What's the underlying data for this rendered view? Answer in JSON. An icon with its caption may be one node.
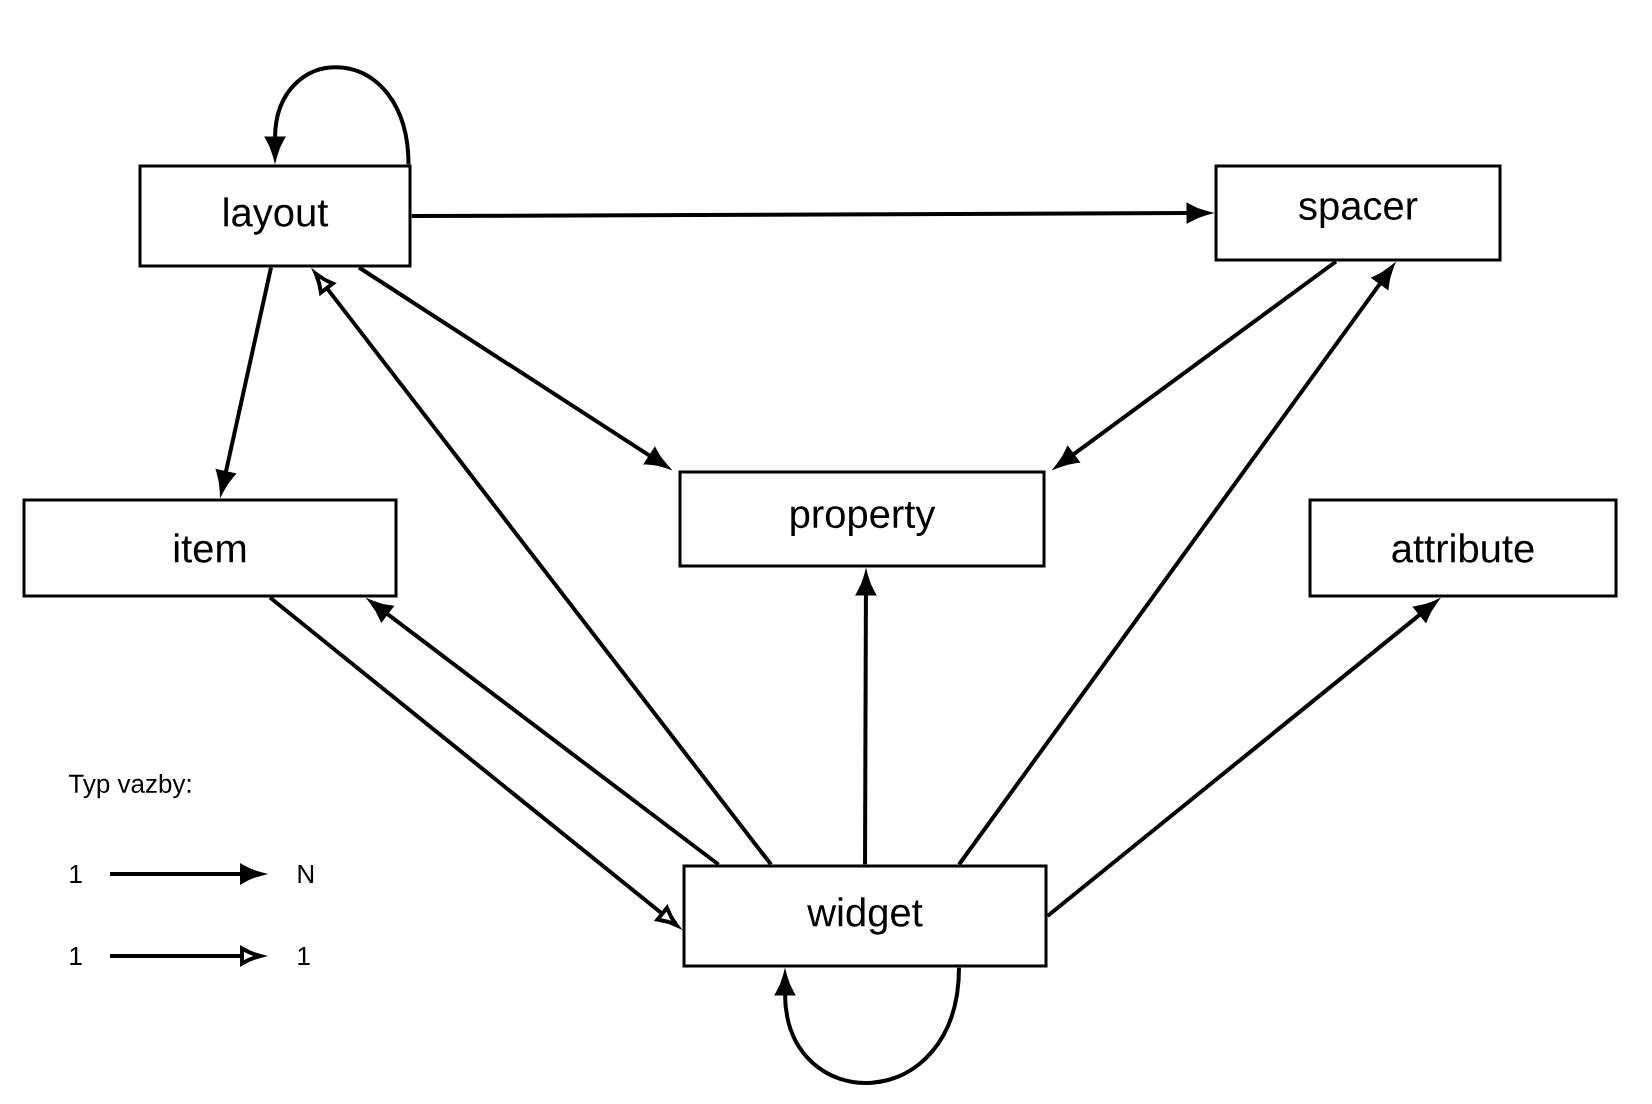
{
  "diagram": {
    "nodes": [
      {
        "text": [
          "layout"
        ]
      },
      {
        "text": [
          "spacer"
        ]
      },
      {
        "text": [
          "item"
        ]
      },
      {
        "text": [
          "property"
        ]
      },
      {
        "text": [
          "attribute"
        ]
      },
      {
        "text": [
          "widget"
        ]
      }
    ],
    "edges": [
      {
        "from": 0,
        "to": 0,
        "arrow": "to"
      },
      {
        "from": 0,
        "to": 1,
        "arrow": "to"
      },
      {
        "from": 0,
        "to": 2,
        "arrow": "to"
      },
      {
        "from": 0,
        "to": 3,
        "arrow": "to"
      },
      {
        "from": 1,
        "to": 3,
        "arrow": "to"
      },
      {
        "from": 5,
        "to": 0,
        "arrow": "to"
      },
      {
        "from": 5,
        "to": 2,
        "arrow": "to"
      },
      {
        "from": 2,
        "to": 5,
        "arrow": "to"
      },
      {
        "from": 5,
        "to": 3,
        "arrow": "to"
      },
      {
        "from": 5,
        "to": 1,
        "arrow": "to"
      },
      {
        "from": 5,
        "to": 4,
        "arrow": "to"
      },
      {
        "from": 5,
        "to": 5,
        "arrow": "to"
      }
    ],
    "labels": [
      "Typ vazby:",
      "1",
      "N",
      "1",
      "1"
    ]
  }
}
